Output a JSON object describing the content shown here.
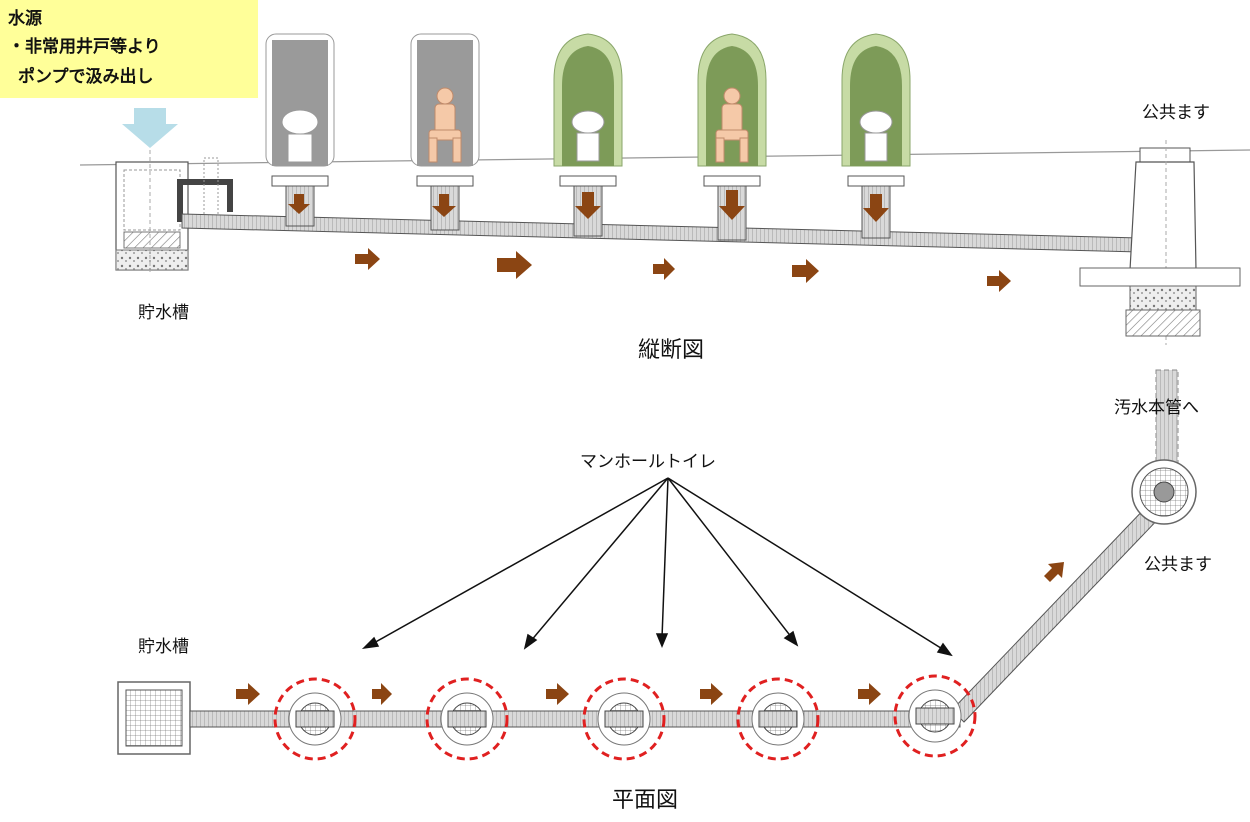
{
  "water_source": {
    "title": "水源",
    "line1": "・非常用井戸等より",
    "line2": "ポンプで汲み出し"
  },
  "section_view": {
    "title": "縦断図",
    "storage_tank_label": "貯水槽",
    "public_basin_label": "公共ます"
  },
  "plan_view": {
    "title": "平面図",
    "storage_tank_label": "貯水槽",
    "public_basin_label": "公共ます",
    "sewer_label": "汚水本管へ",
    "callout_label": "マンホールトイレ"
  },
  "colors": {
    "source_box": "#ffff99",
    "blue_arrow": "#b7dde8",
    "flow_arrow": "#8b4513",
    "highlight_circle": "#e02020",
    "booth_gray": "#9a9a9a",
    "booth_green": "#8fae6a"
  },
  "icons": {
    "flow": "right-arrow-icon",
    "inflow": "down-arrow-icon",
    "person": "seated-person-icon"
  }
}
